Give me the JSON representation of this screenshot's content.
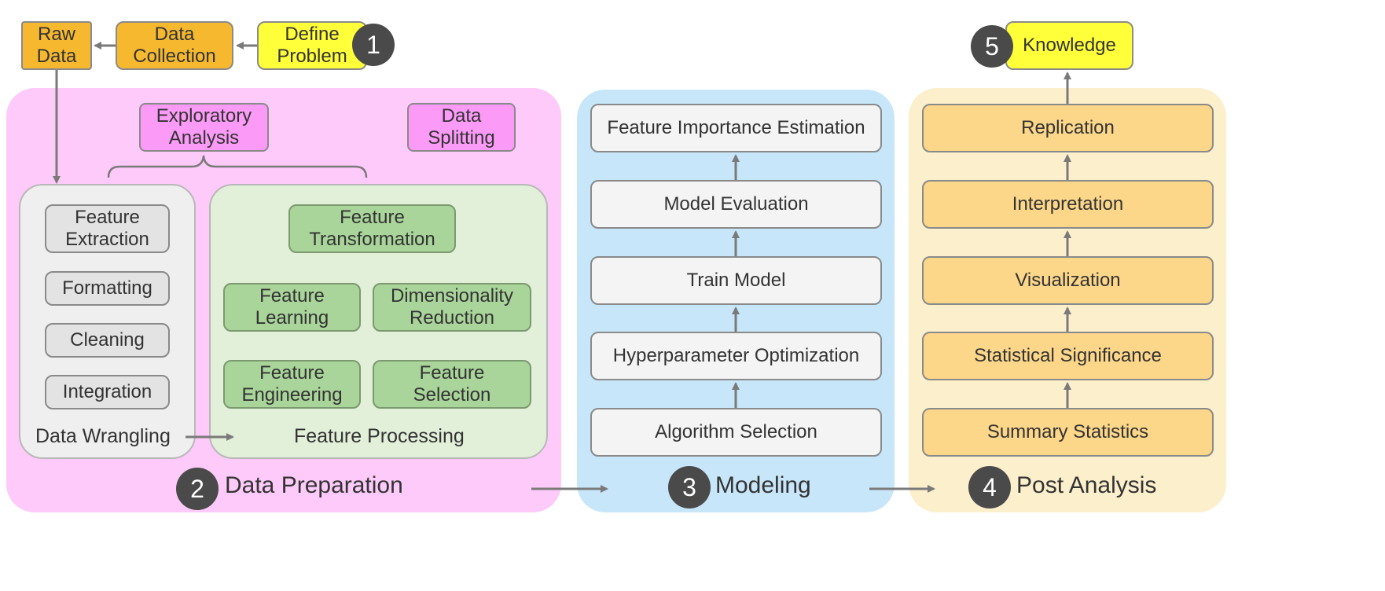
{
  "top": {
    "raw_data": "Raw\nData",
    "data_collection": "Data\nCollection",
    "define_problem": "Define\nProblem",
    "step1": "1"
  },
  "prep": {
    "title": "Data Preparation",
    "step": "2",
    "exploratory": "Exploratory\nAnalysis",
    "splitting": "Data\nSplitting",
    "wrangling": {
      "label": "Data Wrangling",
      "items": [
        "Feature\nExtraction",
        "Formatting",
        "Cleaning",
        "Integration"
      ]
    },
    "processing": {
      "label": "Feature Processing",
      "transformation": "Feature\nTransformation",
      "learning": "Feature\nLearning",
      "dimensionality": "Dimensionality\nReduction",
      "engineering": "Feature\nEngineering",
      "selection": "Feature\nSelection"
    }
  },
  "modeling": {
    "title": "Modeling",
    "step": "3",
    "items": [
      "Feature Importance Estimation",
      "Model Evaluation",
      "Train Model",
      "Hyperparameter Optimization",
      "Algorithm Selection"
    ]
  },
  "post": {
    "title": "Post Analysis",
    "step": "4",
    "items": [
      "Replication",
      "Interpretation",
      "Visualization",
      "Statistical Significance",
      "Summary Statistics"
    ]
  },
  "knowledge": {
    "label": "Knowledge",
    "step": "5"
  },
  "colors": {
    "prep_panel": "#fdcaf9",
    "modeling_panel": "#c7e6f9",
    "post_panel": "#fcefcc",
    "arrow": "#7a7a7a"
  }
}
